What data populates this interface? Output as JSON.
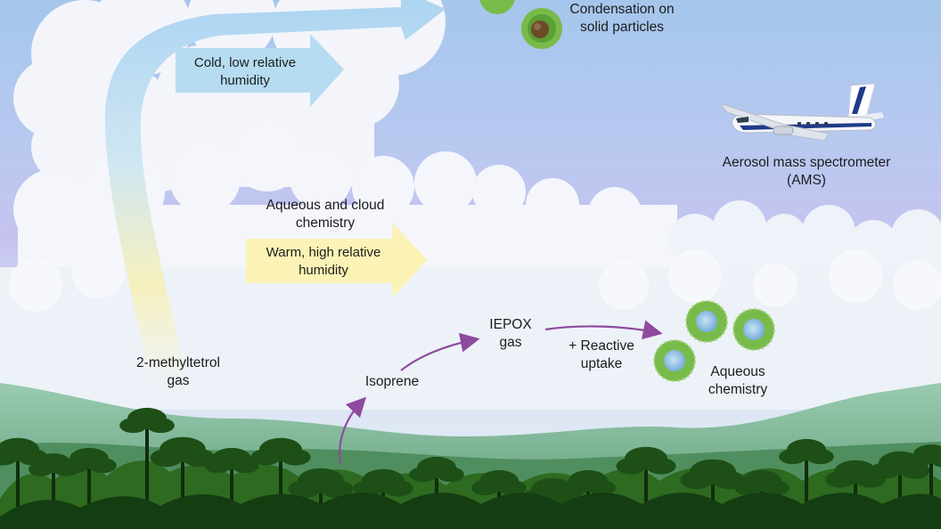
{
  "labels": {
    "condensation": [
      "Condensation on",
      "solid particles"
    ],
    "cold_arrow": [
      "Cold, low relative",
      "humidity"
    ],
    "ams": [
      "Aerosol mass spectrometer",
      "(AMS)"
    ],
    "aqueous_cloud": [
      "Aqueous and cloud",
      "chemistry"
    ],
    "warm_arrow": [
      "Warm, high relative",
      "humidity"
    ],
    "methyltetrol": [
      "2-methyltetrol",
      "gas"
    ],
    "isoprene": "Isoprene",
    "iepox": [
      "IEPOX",
      "gas"
    ],
    "reactive_uptake": [
      "+ Reactive",
      "uptake"
    ],
    "aqueous_chem": [
      "Aqueous",
      "chemistry"
    ]
  },
  "colors": {
    "sky_top": "#a9c8ec",
    "sky_mid": "#c4c2ee",
    "cloud": "#f4f6fb",
    "cold_arrow": "#b6dcf2",
    "warm_arrow": "#fbf3b5",
    "pathway_arrow": "#8e4a9e",
    "particle_ring": "#79bb4a",
    "particle_core_aqueous": "#9ec9e8",
    "particle_core_solid": "#6b4a2a",
    "forest_dark": "#143d12",
    "forest_mid": "#2e6a1f",
    "hills": "#7fb89b"
  },
  "icons": [
    "airplane-icon",
    "particle-icon",
    "tree-icon"
  ]
}
